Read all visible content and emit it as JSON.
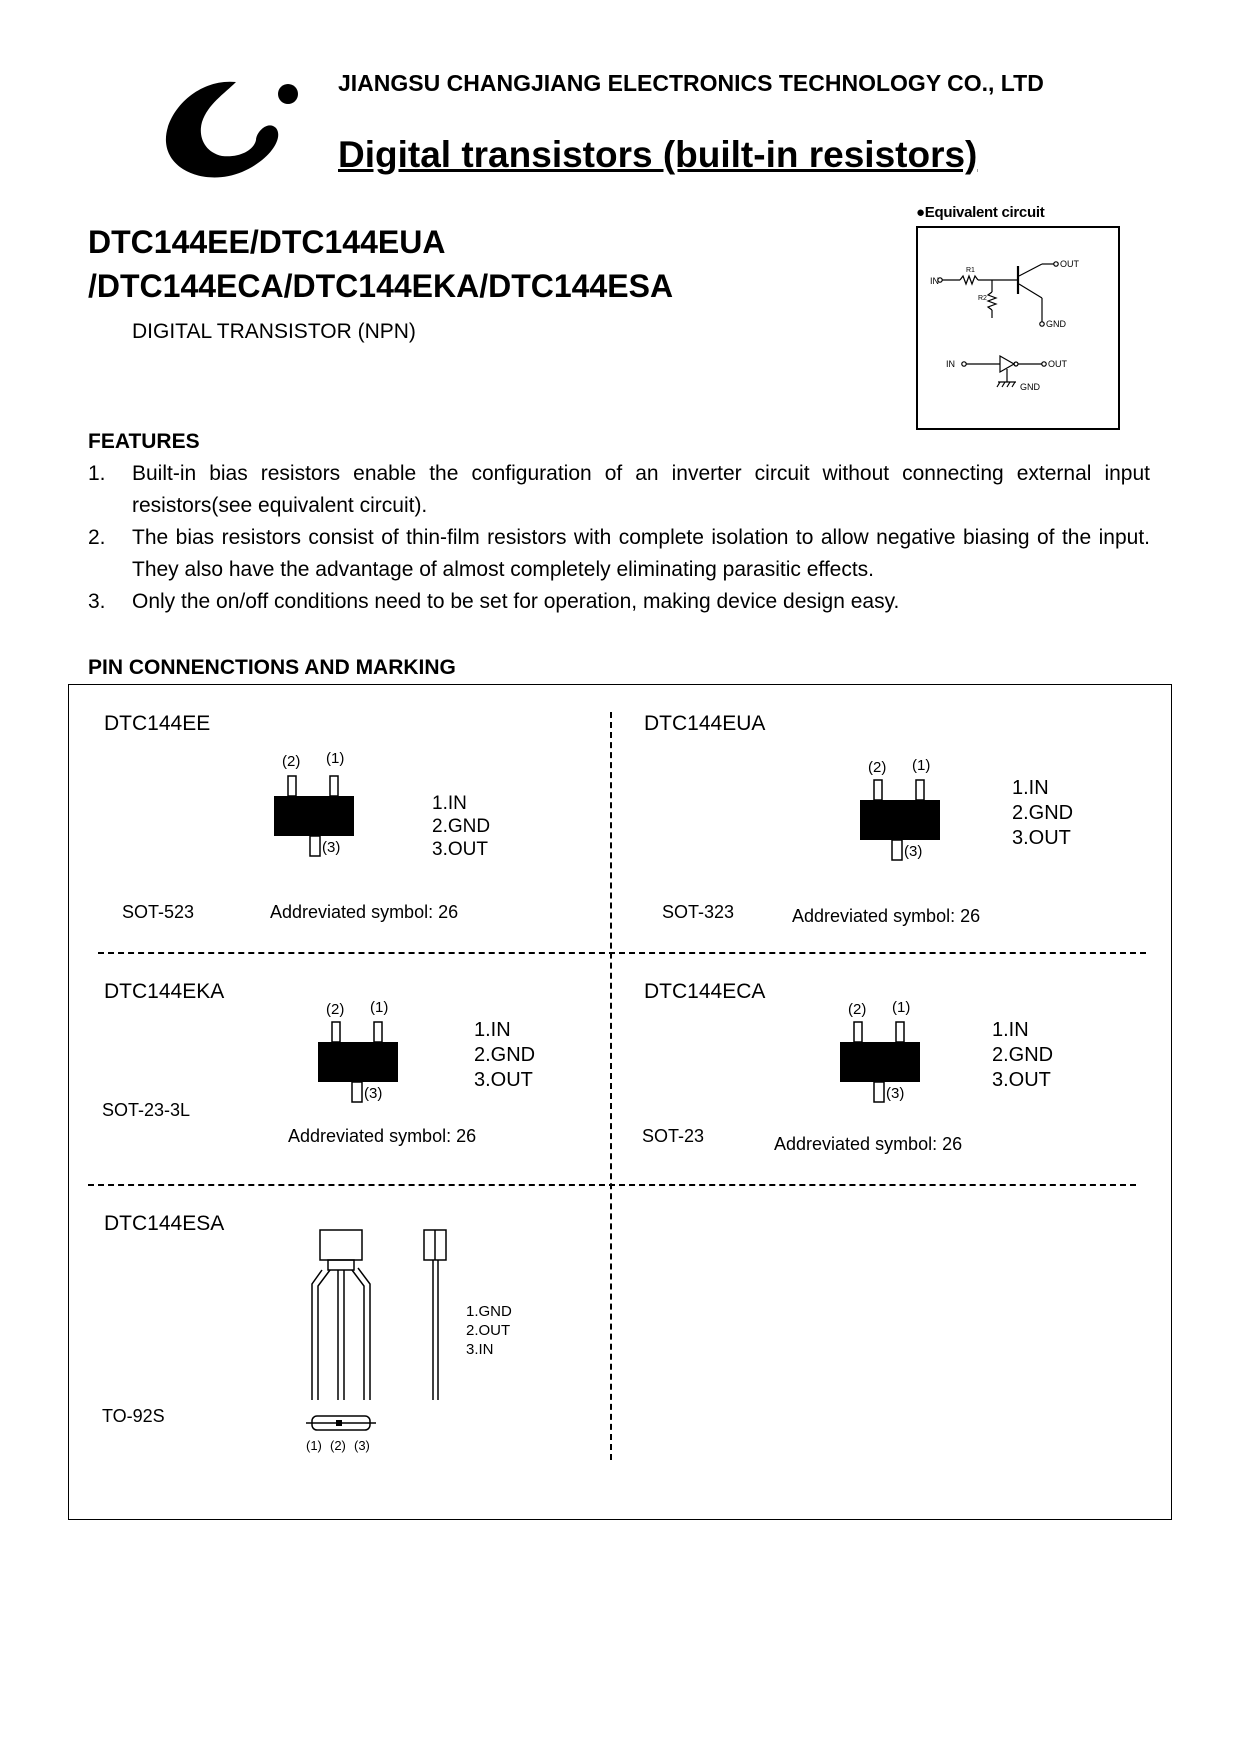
{
  "header": {
    "company": "JIANGSU CHANGJIANG ELECTRONICS TECHNOLOGY CO., LTD",
    "title": "Digital transistors (built-in resistors)"
  },
  "product": {
    "line1": "DTC144EE/DTC144EUA",
    "line2": "/DTC144ECA/DTC144EKA/DTC144ESA",
    "subtitle": "DIGITAL TRANSISTOR (NPN)"
  },
  "equivalent_circuit": {
    "label": "●Equivalent circuit",
    "in": "IN",
    "out": "OUT",
    "gnd": "GND",
    "r1": "R1",
    "r2": "R2"
  },
  "features": {
    "heading": "FEATURES",
    "items": [
      {
        "num": "1.",
        "text": "Built-in bias resistors enable the configuration of an inverter circuit without connecting external input resistors(see equivalent circuit)."
      },
      {
        "num": "2.",
        "text": "The bias resistors consist of thin-film resistors with complete isolation to allow negative biasing of the input. They also have the advantage of almost completely eliminating parasitic effects."
      },
      {
        "num": "3.",
        "text": "Only the on/off conditions need to be set for operation, making device design easy."
      }
    ]
  },
  "pins": {
    "heading": "PIN CONNENCTIONS AND MARKING",
    "pin_labels": [
      "(1)",
      "(2)",
      "(3)"
    ],
    "cells": [
      {
        "name": "DTC144EE",
        "package": "SOT-523",
        "abbr": "Addreviated symbol: 26",
        "pins": [
          "1.IN",
          "2.GND",
          "3.OUT"
        ]
      },
      {
        "name": "DTC144EUA",
        "package": "SOT-323",
        "abbr": "Addreviated symbol: 26",
        "pins": [
          "1.IN",
          "2.GND",
          "3.OUT"
        ]
      },
      {
        "name": "DTC144EKA",
        "package": "SOT-23-3L",
        "abbr": "Addreviated symbol: 26",
        "pins": [
          "1.IN",
          "2.GND",
          "3.OUT"
        ]
      },
      {
        "name": "DTC144ECA",
        "package": "SOT-23",
        "abbr": "Addreviated symbol: 26",
        "pins": [
          "1.IN",
          "2.GND",
          "3.OUT"
        ]
      },
      {
        "name": "DTC144ESA",
        "package": "TO-92S",
        "pins": [
          "1.GND",
          "2.OUT",
          "3.IN"
        ]
      }
    ]
  }
}
